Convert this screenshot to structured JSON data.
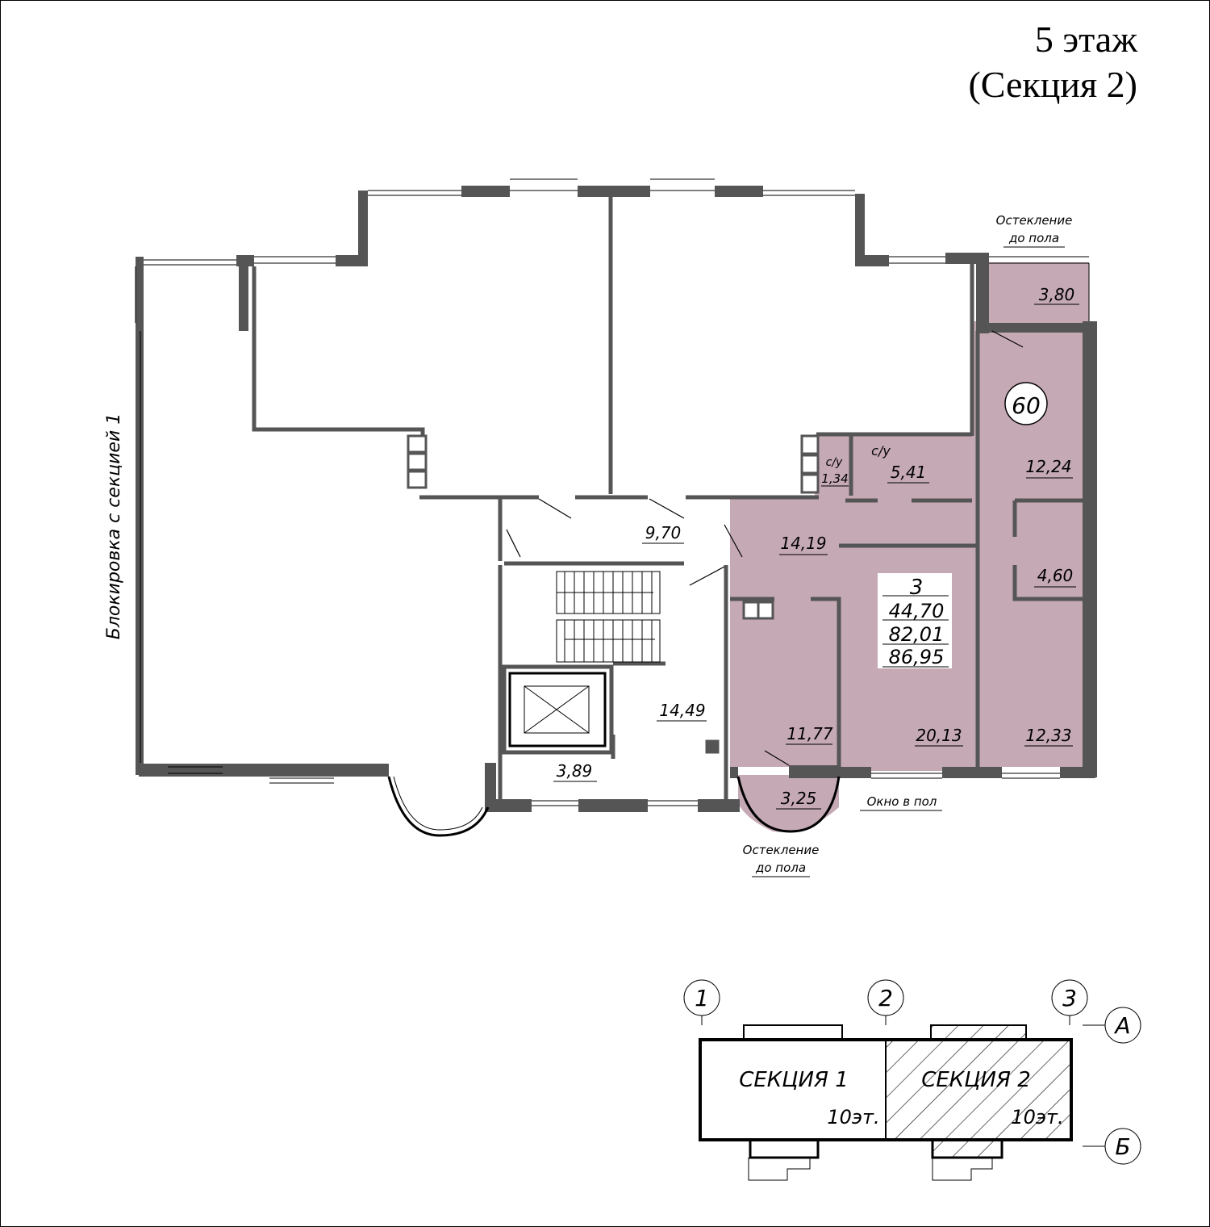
{
  "header": {
    "floor": "5 этаж",
    "section": "(Секция 2)"
  },
  "colors": {
    "apartment_fill": "#c5a9b4",
    "wall": "#555555",
    "line": "#000000"
  },
  "notes": {
    "blocking": "Блокировка с секцией 1",
    "glazing_top_1": "Остекление",
    "glazing_top_2": "до пола",
    "glazing_bottom_1": "Остекление",
    "glazing_bottom_2": "до пола",
    "window_floor": "Окно в пол"
  },
  "apartment": {
    "number": "60",
    "rooms": "3",
    "living_area": "44,70",
    "total_area": "82,01",
    "total_with_balcony": "86,95"
  },
  "areas": {
    "loggia_top": "3,80",
    "room_12_24": "12,24",
    "wc_small": "1,34",
    "wc_label_small": "с/у",
    "wc": "5,41",
    "wc_label": "с/у",
    "hall": "14,19",
    "storage": "4,60",
    "kitchen": "11,77",
    "living": "20,13",
    "room_12_33": "12,33",
    "loggia_bottom": "3,25",
    "corridor": "9,70",
    "lobby": "14,49",
    "vestibule": "3,89"
  },
  "key_plan": {
    "axes": [
      "1",
      "2",
      "3"
    ],
    "rows": [
      "А",
      "Б"
    ],
    "section1": "СЕКЦИЯ 1",
    "section1_floors": "10эт.",
    "section2": "СЕКЦИЯ 2",
    "section2_floors": "10эт."
  }
}
